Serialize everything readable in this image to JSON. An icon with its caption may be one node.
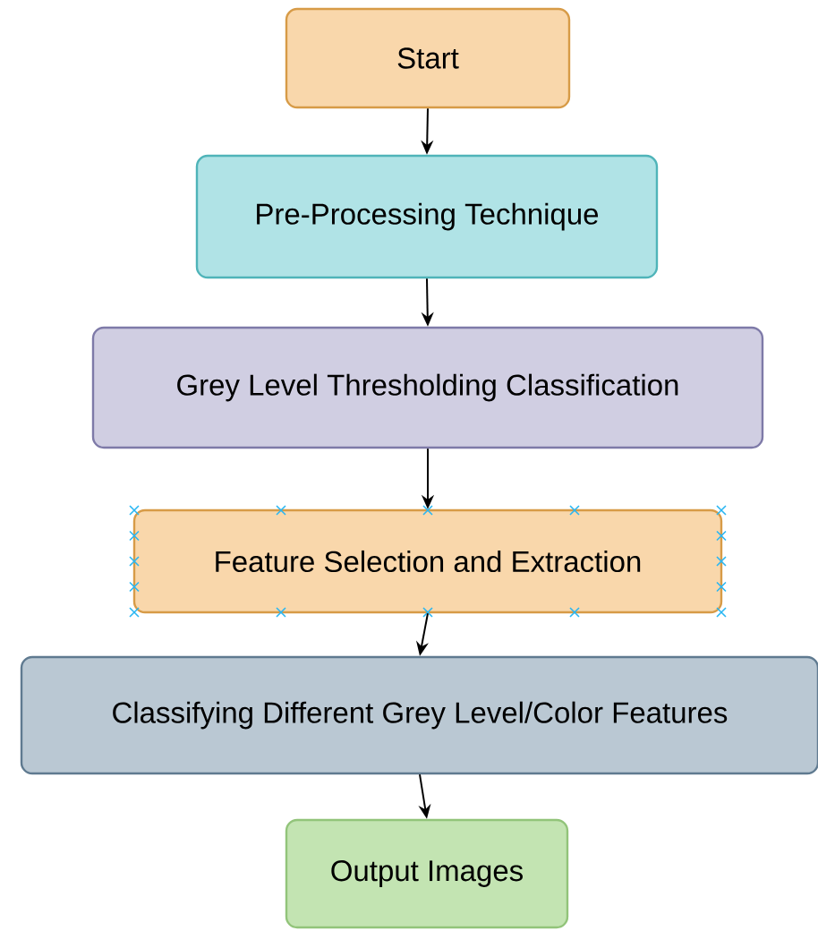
{
  "diagram": {
    "nodes": [
      {
        "text": [
          "Start"
        ]
      },
      {
        "text": [
          "Pre-Processing Technique"
        ]
      },
      {
        "text": [
          "Grey Level Thresholding Classification"
        ]
      },
      {
        "text": [
          "Feature Selection and Extraction"
        ]
      },
      {
        "text": [
          "Classifying Different Grey Level/Color Features"
        ]
      },
      {
        "text": [
          "Output Images"
        ]
      }
    ],
    "edges": [
      {
        "from": 0,
        "to": 1,
        "arrow": "to"
      },
      {
        "from": 1,
        "to": 2,
        "arrow": "to"
      },
      {
        "from": 2,
        "to": 3,
        "arrow": "to"
      },
      {
        "from": 3,
        "to": 4,
        "arrow": "to"
      },
      {
        "from": 4,
        "to": 5,
        "arrow": "to"
      }
    ]
  }
}
